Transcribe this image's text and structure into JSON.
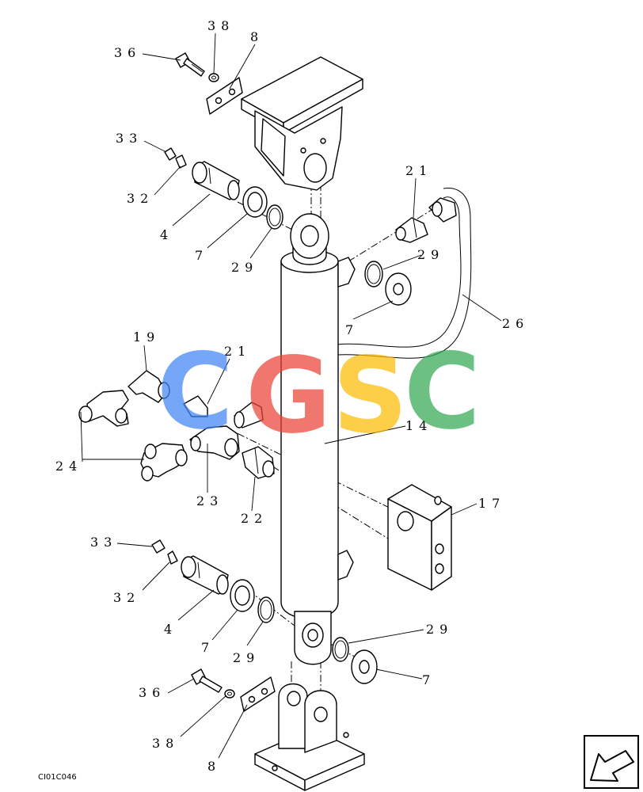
{
  "diagram": {
    "drawing_code": "CI01C046",
    "watermark": {
      "letters": [
        "C",
        "G",
        "S",
        "C"
      ],
      "colors": [
        "#4285f4",
        "#ea4335",
        "#fbbc05",
        "#34a853"
      ]
    },
    "callouts": {
      "c36_top": "36",
      "c38_top": "38",
      "c8_top": "8",
      "c33_top": "33",
      "c32_top": "32",
      "c4_top": "4",
      "c7_top": "7",
      "c29_top": "29",
      "c21_right": "21",
      "c29_right": "29",
      "c7_right": "7",
      "c26": "26",
      "c19": "19",
      "c21_left": "21",
      "c14": "14",
      "c24": "24",
      "c23": "23",
      "c22": "22",
      "c17": "17",
      "c33_bot": "33",
      "c32_bot": "32",
      "c4_bot": "4",
      "c7_bot": "7",
      "c29_bot_left": "29",
      "c29_bot_right": "29",
      "c7_bot_right": "7",
      "c36_bot": "36",
      "c38_bot": "38",
      "c8_bot": "8"
    },
    "nav_icon": "arrow-nav-icon"
  }
}
